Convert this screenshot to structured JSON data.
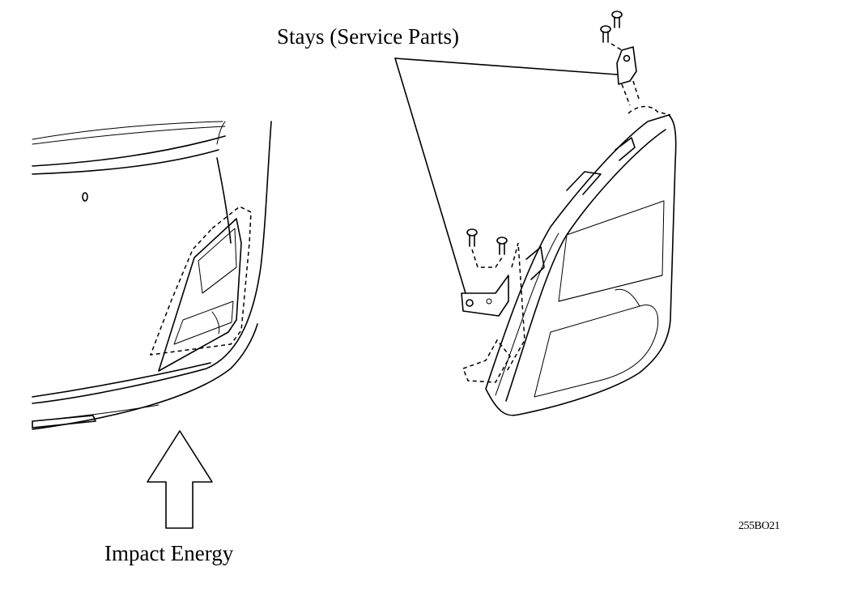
{
  "labels": {
    "stays": "Stays (Service Parts)",
    "impact": "Impact Energy",
    "figure_code": "255BO21"
  },
  "colors": {
    "line": "#000000",
    "background": "#ffffff"
  }
}
